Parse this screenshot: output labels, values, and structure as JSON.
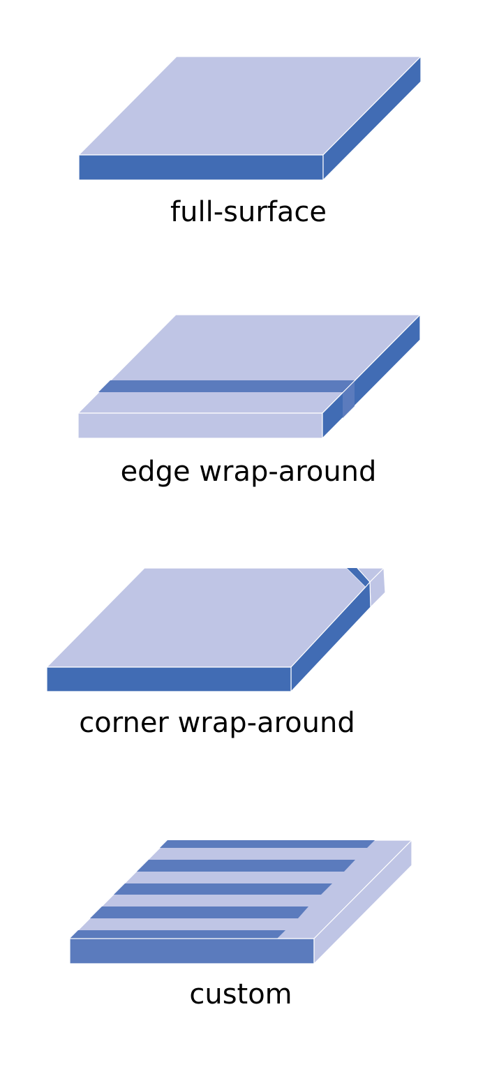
{
  "colors": {
    "light_face": "#BFC5E5",
    "dark_face": "#416CB4",
    "stripe": "#5B7BBD",
    "edge_line": "#FFFFFF",
    "label_text": "#000000",
    "background": "#FFFFFF"
  },
  "diagrams": [
    {
      "id": "full-surface",
      "label": "full-surface",
      "description": "slab with entire front and side faces coated (dark blue)"
    },
    {
      "id": "edge-wrap-around",
      "label": "edge wrap-around",
      "description": "slab with a stripe across the top that wraps over the right edge onto the side face"
    },
    {
      "id": "corner-wrap-around",
      "label": "corner wrap-around",
      "description": "slab with coated front and side faces, with a diagonal stripe wrapping around the back-right corner"
    },
    {
      "id": "custom",
      "label": "custom",
      "description": "slab with five parallel stripes on the top face and coated front face"
    }
  ]
}
